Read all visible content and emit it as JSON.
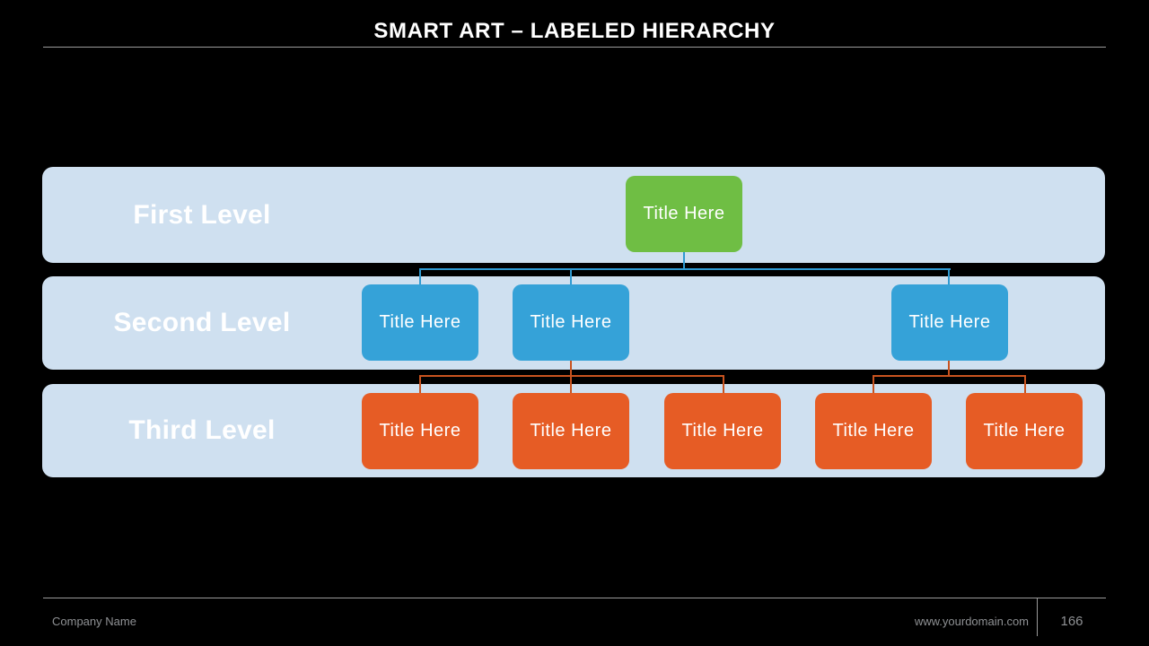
{
  "slide": {
    "header": {
      "title": "SMART ART – LABELED HIERARCHY"
    },
    "hierarchy": {
      "levels": [
        {
          "label": "First Level",
          "boxes": [
            "Title Here"
          ]
        },
        {
          "label": "Second Level",
          "boxes": [
            "Title Here",
            "Title Here",
            "Title Here"
          ]
        },
        {
          "label": "Third Level",
          "boxes": [
            "Title Here",
            "Title Here",
            "Title Here",
            "Title Here",
            "Title Here"
          ]
        }
      ]
    },
    "footer": {
      "company_name": "Company Name",
      "website": "www.yourdomain.com",
      "page_number": "166"
    },
    "colors": {
      "background": "#000000",
      "band": "#cfe0f0",
      "level1_box": "#6fbe44",
      "level2_box": "#35a2d8",
      "level3_box": "#e65c25",
      "connector_blue": "#2f9ad2",
      "connector_orange": "#c9531f",
      "rule": "#9b9b9b",
      "footer_text": "#8f9194",
      "box_text": "#ffffff",
      "label_text": "#ffffff"
    }
  }
}
